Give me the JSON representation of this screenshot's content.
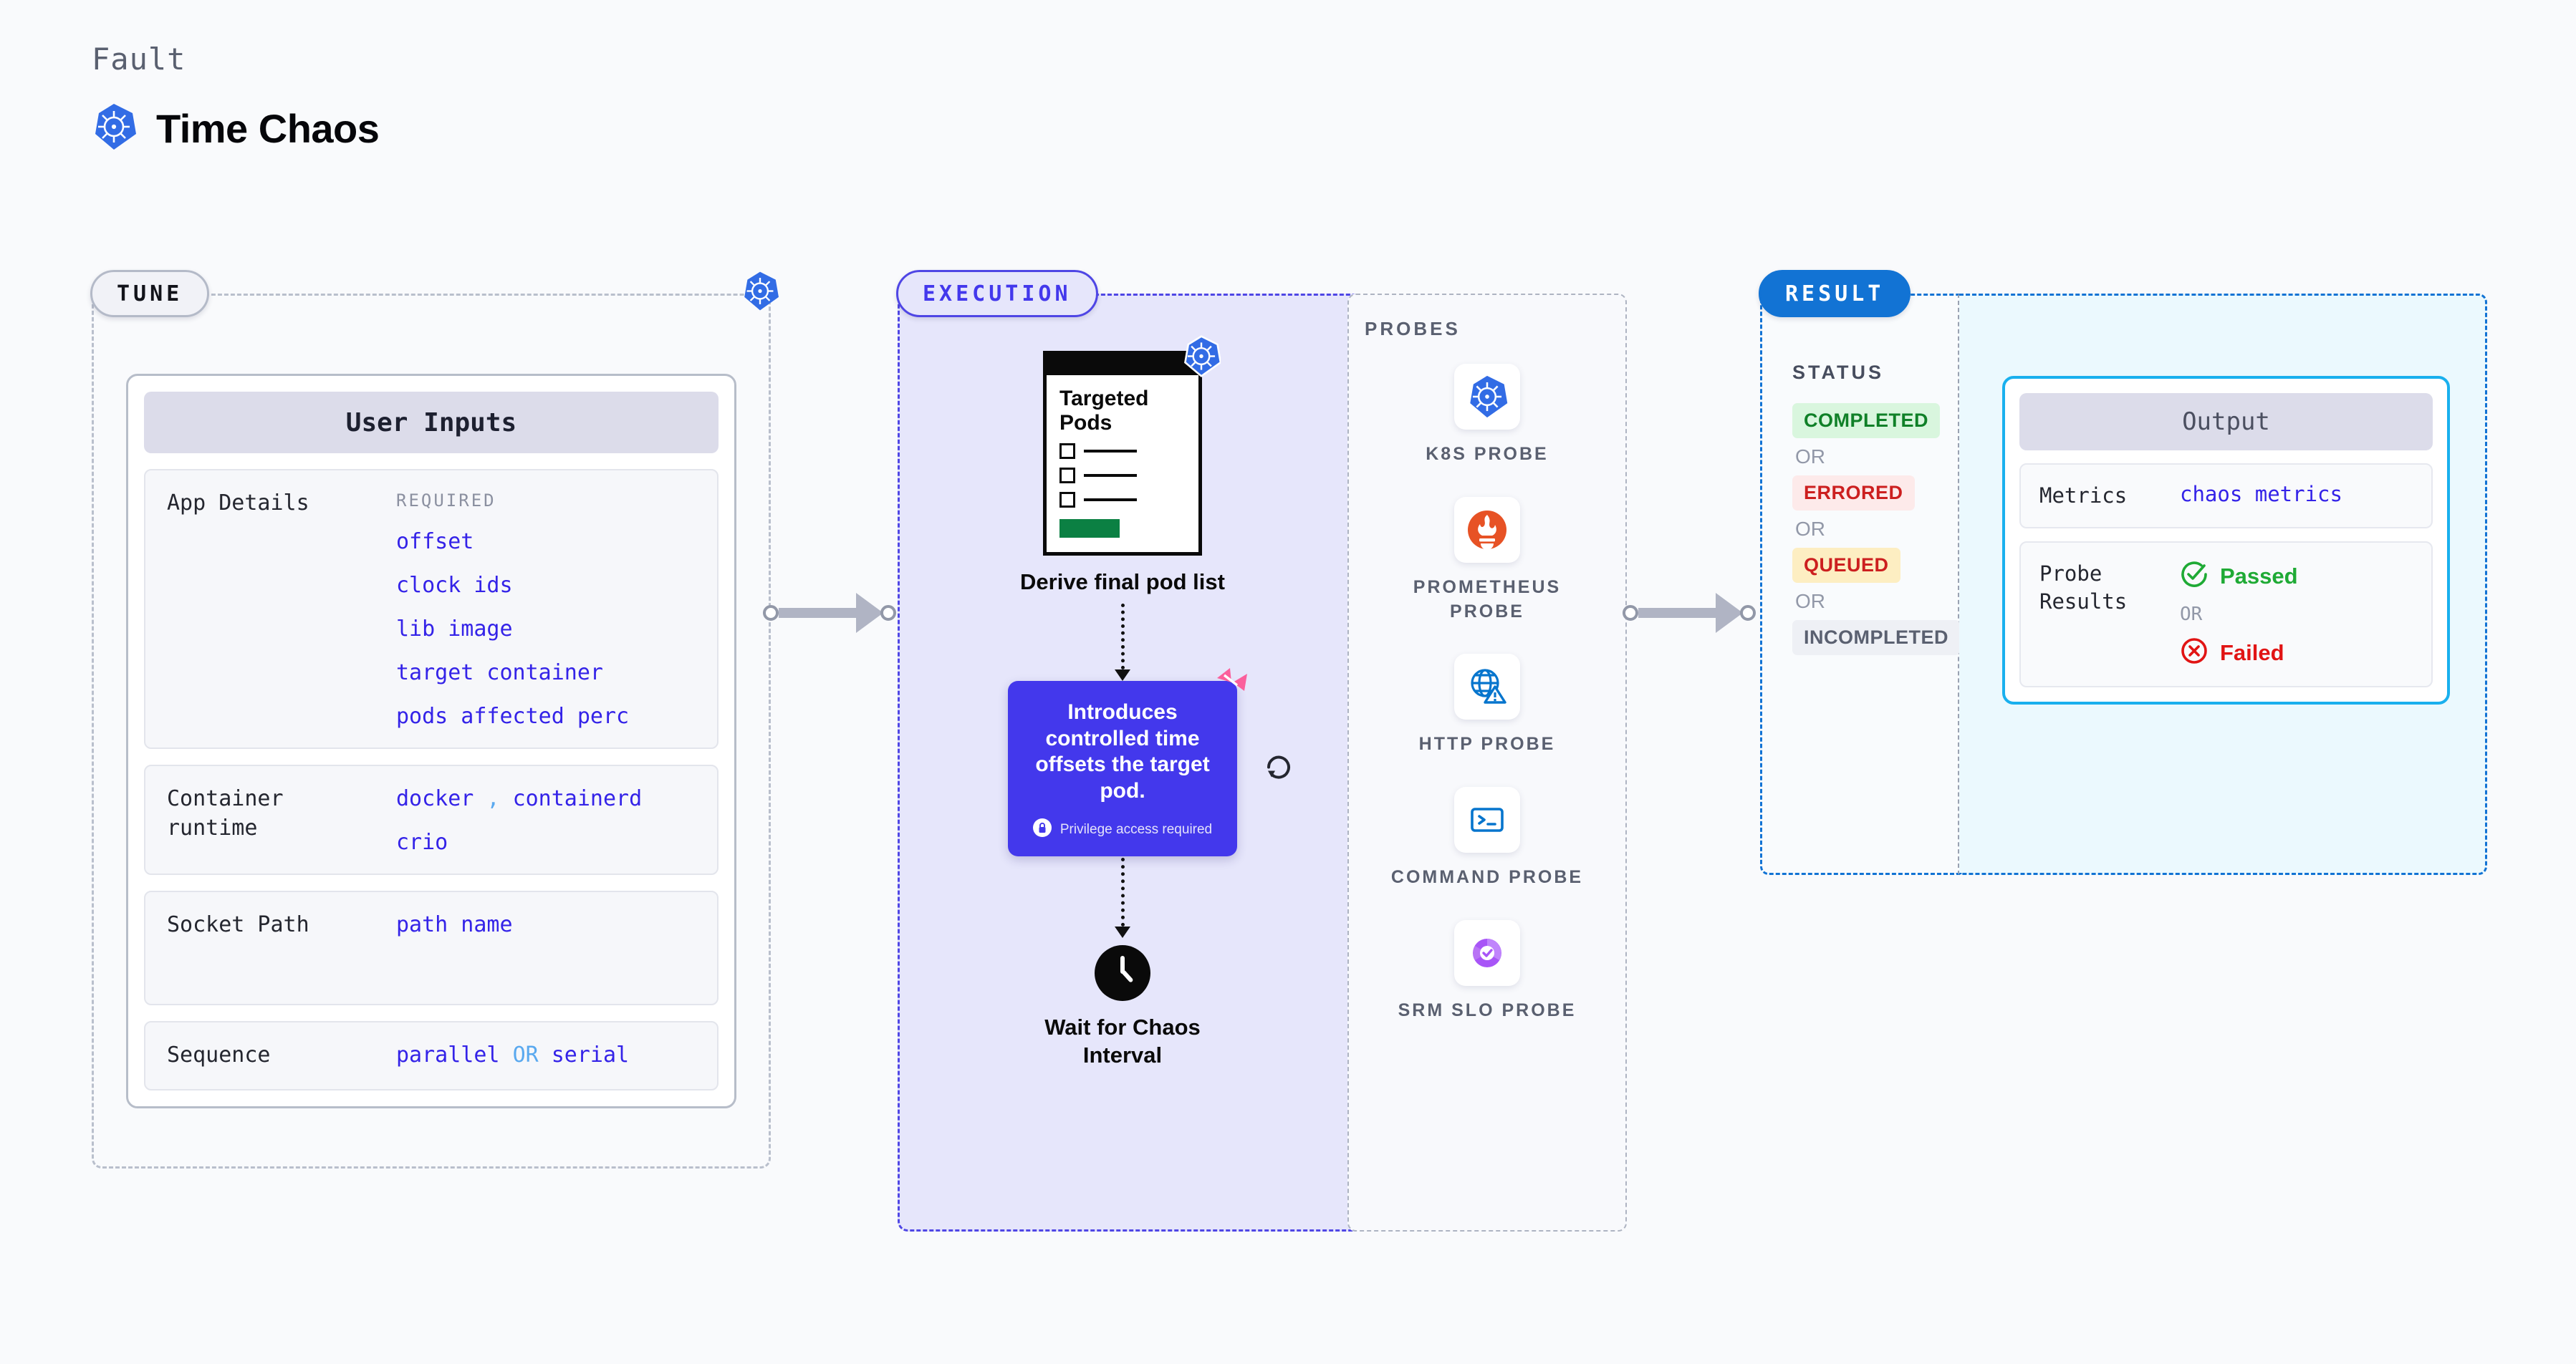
{
  "header": {
    "fault_label": "Fault",
    "title": "Time Chaos",
    "icon": "kubernetes-icon"
  },
  "tune": {
    "pill_label": "TUNE",
    "badge_icon": "kubernetes-icon",
    "card_header": "User Inputs",
    "rows": [
      {
        "label": "App Details",
        "required_tag": "REQUIRED",
        "values": [
          "offset",
          "clock ids",
          "lib image",
          "target container",
          "pods affected perc"
        ]
      },
      {
        "label": "Container runtime",
        "values": [
          "docker",
          "containerd",
          "crio"
        ],
        "separator": ","
      },
      {
        "label": "Socket Path",
        "values": [
          "path name"
        ]
      },
      {
        "label": "Sequence",
        "values": [
          "parallel",
          "serial"
        ],
        "separator": "OR"
      }
    ]
  },
  "execution": {
    "pill_label": "EXECUTION",
    "pods_card": {
      "title_line1": "Targeted",
      "title_line2": "Pods",
      "badge_icon": "kubernetes-icon"
    },
    "node_labels": {
      "derive": "Derive final pod list",
      "wait_line1": "Wait for Chaos",
      "wait_line2": "Interval"
    },
    "tooltip": {
      "text": "Introduces controlled time offsets the target pod.",
      "note": "Privilege access required",
      "note_icon": "lock-icon",
      "corner_icon": "shuffle-icon",
      "side_icon": "refresh-icon"
    },
    "probes_title": "PROBES",
    "probes": [
      {
        "label": "K8S PROBE",
        "icon": "kubernetes-icon"
      },
      {
        "label": "PROMETHEUS PROBE",
        "icon": "prometheus-icon"
      },
      {
        "label": "HTTP PROBE",
        "icon": "globe-warning-icon"
      },
      {
        "label": "COMMAND PROBE",
        "icon": "terminal-icon"
      },
      {
        "label": "SRM SLO PROBE",
        "icon": "slo-donut-icon"
      }
    ]
  },
  "result": {
    "pill_label": "RESULT",
    "status_title": "STATUS",
    "statuses": [
      {
        "label": "COMPLETED",
        "bg": "#d9f6de",
        "fg": "#108028"
      },
      {
        "label": "ERRORED",
        "bg": "#fdeaea",
        "fg": "#cc1f1f"
      },
      {
        "label": "QUEUED",
        "bg": "#fdeec2",
        "fg": "#cc1f1f"
      },
      {
        "label": "INCOMPLETED",
        "bg": "#eef0f5",
        "fg": "#5a6070"
      }
    ],
    "or_label": "OR",
    "output": {
      "header": "Output",
      "metrics_label": "Metrics",
      "metrics_value": "chaos metrics",
      "probe_label_line1": "Probe",
      "probe_label_line2": "Results",
      "passed": "Passed",
      "failed": "Failed",
      "or_label": "OR",
      "passed_icon": "check-circle-icon",
      "failed_icon": "x-circle-icon"
    }
  },
  "connectors": {
    "arrow_icon": "arrow-right-icon"
  }
}
